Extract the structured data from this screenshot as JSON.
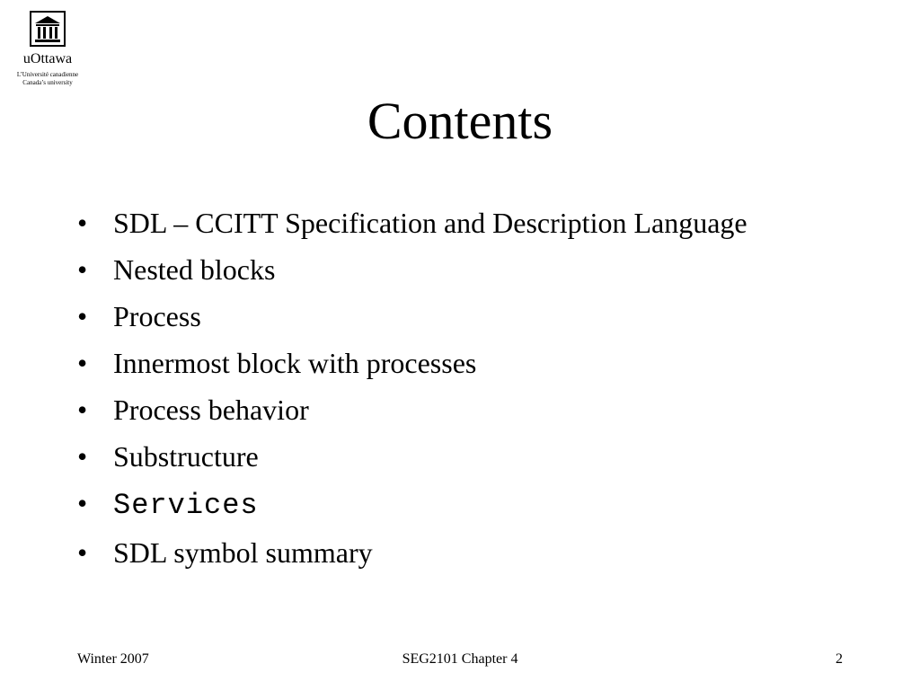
{
  "logo": {
    "icon": "building-columns-icon",
    "name": "uOttawa",
    "tagline_fr": "L’Université canadienne",
    "tagline_en": "Canada’s university"
  },
  "slide": {
    "title": "Contents",
    "bullets": [
      {
        "text": "SDL – CCITT Specification and Description Language",
        "style": "serif"
      },
      {
        "text": "Nested blocks",
        "style": "serif"
      },
      {
        "text": "Process",
        "style": "serif"
      },
      {
        "text": "Innermost block with processes",
        "style": "serif"
      },
      {
        "text": "Process behavior",
        "style": "serif"
      },
      {
        "text": "Substructure",
        "style": "serif"
      },
      {
        "text": "Services",
        "style": "mono"
      },
      {
        "text": "SDL symbol summary",
        "style": "serif"
      }
    ],
    "bullet_glyph": "•"
  },
  "footer": {
    "left": "Winter 2007",
    "center": "SEG2101 Chapter 4",
    "right": "2"
  }
}
